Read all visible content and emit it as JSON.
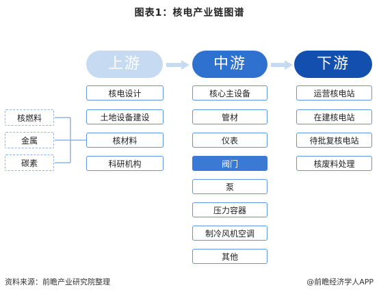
{
  "title": "图表1：核电产业链图谱",
  "stages": {
    "upstream": "上游",
    "midstream": "中游",
    "downstream": "下游"
  },
  "raw_materials": [
    "核燃料",
    "金属",
    "碳素"
  ],
  "upstream_items": [
    "核电设计",
    "土地设备建设",
    "核材料",
    "科研机构"
  ],
  "midstream_items": [
    "核心主设备",
    "管材",
    "仪表",
    "阀门",
    "泵",
    "压力容器",
    "制冷风机空调",
    "其他"
  ],
  "highlighted_midstream": "阀门",
  "downstream_items": [
    "运营核电站",
    "在建核电站",
    "待批复核电站",
    "核废料处理"
  ],
  "footer": {
    "source": "资料来源：前瞻产业研究院整理",
    "credit": "@前瞻经济学人APP"
  },
  "colors": {
    "upstream": "#c6dbf1",
    "midstream": "#2f71cf",
    "downstream": "#124fae",
    "box_border": "#5b95de",
    "highlight": "#3b7ad4",
    "raw_border": "#8db3e2"
  }
}
